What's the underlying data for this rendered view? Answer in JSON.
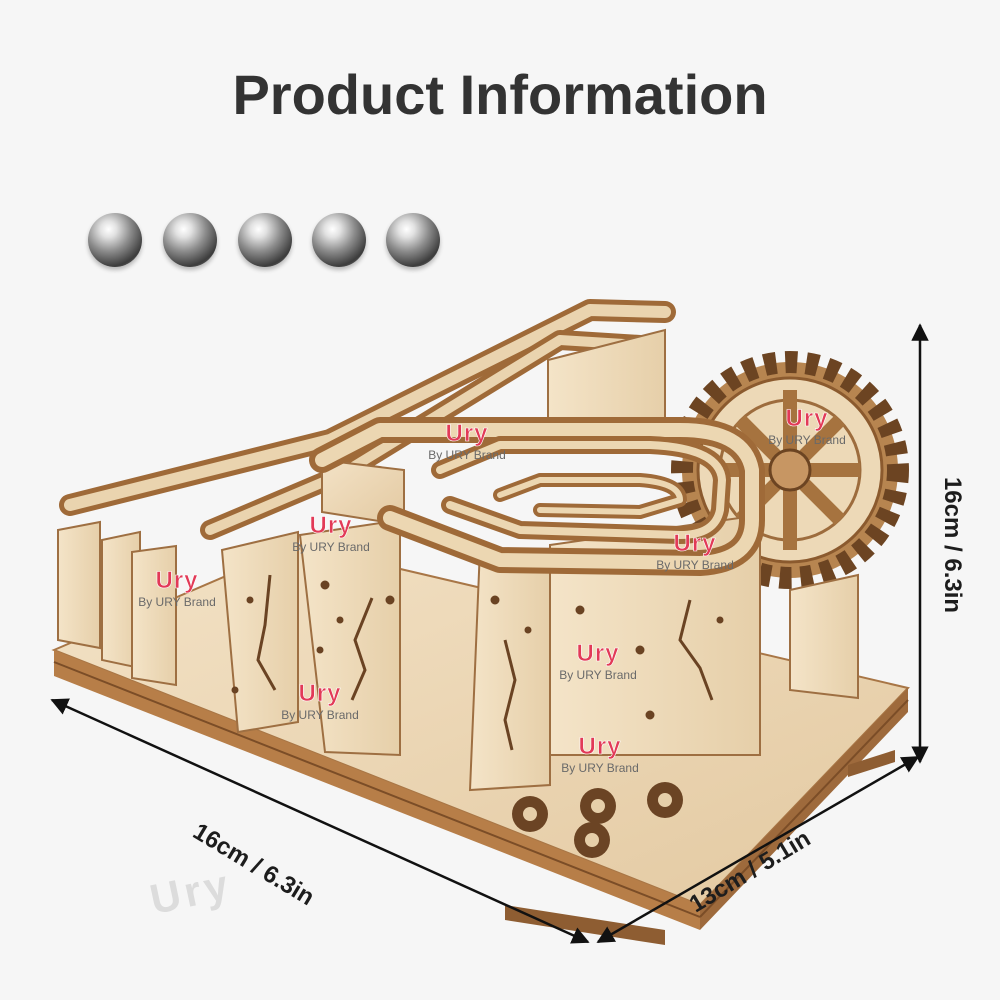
{
  "title": "Product Information",
  "dimensions": {
    "length": "16cm / 6.3in",
    "width": "13cm / 5.1in",
    "height": "16cm / 6.3in"
  },
  "steel_ball_count": 5,
  "watermark": {
    "logo": "Ury",
    "text": "By URY Brand",
    "colors": [
      "#e23a57",
      "#2fa84f",
      "#f2b632",
      "#2f7de1"
    ]
  },
  "background_watermark": "Ury"
}
